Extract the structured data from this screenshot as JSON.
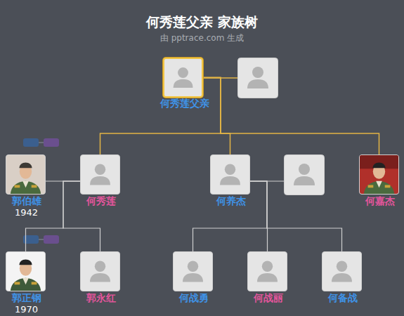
{
  "diagram": {
    "title": "何秀莲父亲 家族树",
    "caption": "由 pptrace.com 生成",
    "nodes": [
      {
        "text": [
          "何秀莲父亲"
        ]
      },
      {
        "text": [
          "郭伯雄",
          "1942"
        ]
      },
      {
        "text": [
          "何秀莲"
        ]
      },
      {
        "text": [
          "何养杰"
        ]
      },
      {
        "text": [
          "何嘉杰"
        ]
      },
      {
        "text": [
          "郭正钢",
          "1970"
        ]
      },
      {
        "text": [
          "郭永红"
        ]
      },
      {
        "text": [
          "何战勇"
        ]
      },
      {
        "text": [
          "何战丽"
        ]
      },
      {
        "text": [
          "何备战"
        ]
      }
    ],
    "edges": [
      {
        "from": 0,
        "to": 2,
        "arrow": "none"
      },
      {
        "from": 0,
        "to": 3,
        "arrow": "none"
      },
      {
        "from": 0,
        "to": 4,
        "arrow": "none"
      },
      {
        "from": 1,
        "to": 2,
        "arrow": "none"
      },
      {
        "from": 2,
        "to": 5,
        "arrow": "none"
      },
      {
        "from": 2,
        "to": 6,
        "arrow": "none"
      },
      {
        "from": 3,
        "to": 7,
        "arrow": "none"
      },
      {
        "from": 3,
        "to": 8,
        "arrow": "none"
      },
      {
        "from": 3,
        "to": 9,
        "arrow": "none"
      }
    ]
  }
}
